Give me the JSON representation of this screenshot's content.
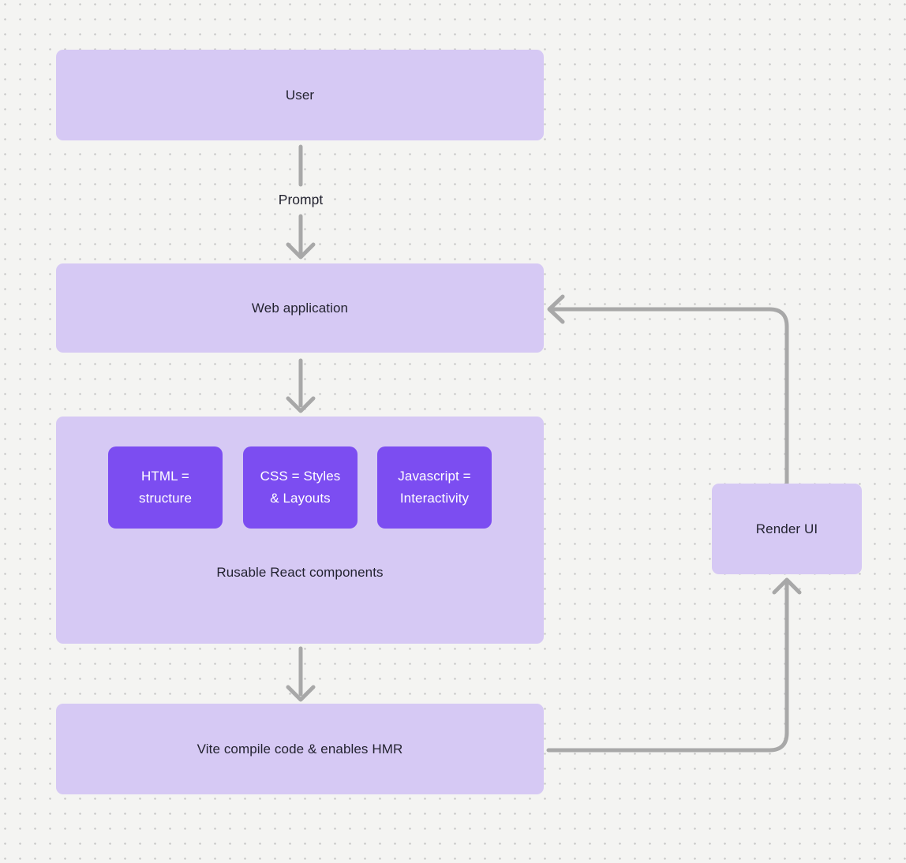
{
  "diagram": {
    "background": {
      "color": "#f4f4f2",
      "dot_color": "#c9c9c9"
    },
    "palette": {
      "node_fill": "#d6c9f4",
      "child_node_fill": "#7c4df1",
      "arrow_color": "#a8a8a8",
      "text_dark": "#232330",
      "text_light": "#ffffff"
    },
    "nodes": {
      "user": {
        "label": "User"
      },
      "web_application": {
        "label": "Web application"
      },
      "components_group": {
        "label": "Rusable React components",
        "children": [
          {
            "label": "HTML = structure"
          },
          {
            "label": "CSS = Styles & Layouts"
          },
          {
            "label": "Javascript = Interactivity"
          }
        ]
      },
      "vite": {
        "label": "Vite compile code & enables HMR"
      },
      "render_ui": {
        "label": "Render UI"
      }
    },
    "edges": [
      {
        "from": "user",
        "to": "web_application",
        "label": "Prompt"
      },
      {
        "from": "web_application",
        "to": "components_group"
      },
      {
        "from": "components_group",
        "to": "vite"
      },
      {
        "from": "vite",
        "to": "render_ui"
      },
      {
        "from": "render_ui",
        "to": "web_application"
      }
    ]
  }
}
